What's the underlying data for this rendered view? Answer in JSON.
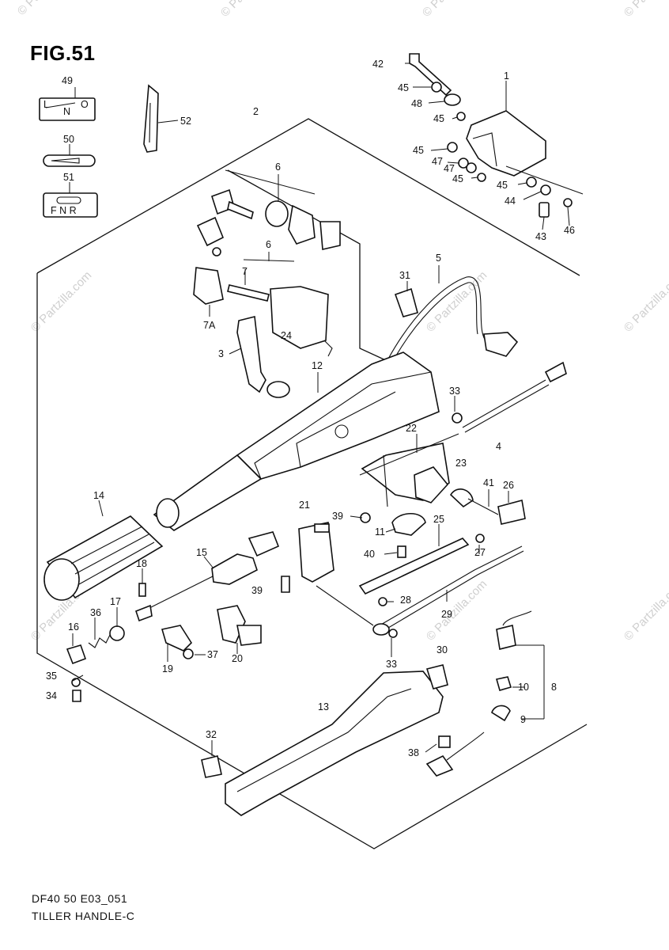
{
  "figure": {
    "title": "FIG.51",
    "caption_line1": "DF40 50 E03_051",
    "caption_line2": "TILLER HANDLE-C"
  },
  "watermark": {
    "text": "© Partzilla.com",
    "color": "#cfcfcf"
  },
  "decals": {
    "neutral": {
      "left": "L",
      "center": "N",
      "right": "O"
    },
    "shift": {
      "text": "F N R"
    }
  },
  "callouts": {
    "c1": "1",
    "c2": "2",
    "c3": "3",
    "c4": "4",
    "c5": "5",
    "c6a": "6",
    "c6b": "6",
    "c7": "7",
    "c7a": "7A",
    "c8": "8",
    "c9": "9",
    "c10": "10",
    "c11": "11",
    "c12": "12",
    "c13": "13",
    "c14": "14",
    "c15": "15",
    "c16": "16",
    "c17": "17",
    "c18": "18",
    "c19": "19",
    "c20": "20",
    "c21": "21",
    "c22": "22",
    "c23": "23",
    "c24": "24",
    "c25": "25",
    "c26": "26",
    "c27": "27",
    "c28": "28",
    "c29": "29",
    "c30": "30",
    "c31": "31",
    "c32": "32",
    "c33a": "33",
    "c33b": "33",
    "c34": "34",
    "c35": "35",
    "c36": "36",
    "c37": "37",
    "c38": "38",
    "c39a": "39",
    "c39b": "39",
    "c40": "40",
    "c41": "41",
    "c42": "42",
    "c43": "43",
    "c44": "44",
    "c45a": "45",
    "c45b": "45",
    "c45c": "45",
    "c45d": "45",
    "c45e": "45",
    "c46": "46",
    "c47a": "47",
    "c47b": "47",
    "c48": "48",
    "c49": "49",
    "c50": "50",
    "c51": "51",
    "c52": "52"
  }
}
